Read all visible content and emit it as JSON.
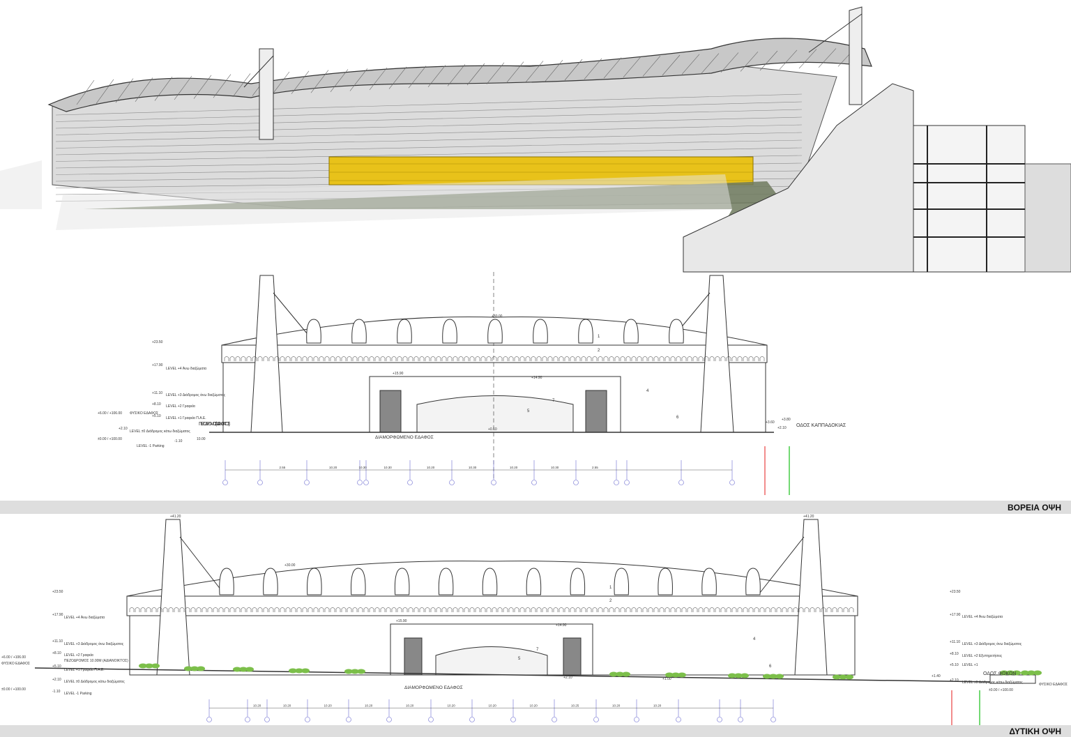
{
  "render": {
    "highlight_color": "#e8c21a",
    "field_color": "#6f7a5e"
  },
  "north_elevation": {
    "title": "ΒΟΡΕΙΑ ΟΨΗ",
    "street_left": "ΠΕΖΟΔΡΟΜΟΣ (ΑΔΙΑΝΟΙΚΤΟΣ)",
    "street_right": "ΟΔΟΣ ΚΑΠΠΑΔΟΚΙΑΣ",
    "ground": "ΔΙΑΜΟΡΦΩΜΕΝΟ ΕΔΑΦΟΣ",
    "natural_ground": "ΦΥΣΙΚΟ ΕΔΑΦΟΣ",
    "levels": [
      {
        "elev": "+23.50",
        "label": ""
      },
      {
        "elev": "+17.90",
        "label": "LEVEL +4 Άνω διαζώματα"
      },
      {
        "elev": "+11.10",
        "label": "LEVEL +3 Διάδρομος άνω διαζώματος"
      },
      {
        "elev": "+8.10",
        "label": "LEVEL +2 Γραφεία"
      },
      {
        "elev": "+5.10",
        "label": "LEVEL +1 Γραφεία Π.Α.Ε."
      },
      {
        "elev": "+2.10",
        "label": "LEVEL ±0 Διάδρομος κάτω διαζώματος"
      },
      {
        "elev": "-1.10",
        "label": "LEVEL -1 Parking"
      }
    ],
    "datums": [
      "+6.00 / +106.00",
      "±0.00 / +100.00"
    ],
    "marks": {
      "roof": "+30.00",
      "block_left": "+15.90",
      "block_right": "+14.90",
      "right_a": "+3.60",
      "right_b": "+3.80",
      "right_c": "+2.10",
      "center": "+0.10",
      "walk": "10.00"
    },
    "callouts": [
      "1",
      "2",
      "4",
      "5",
      "6",
      "7"
    ],
    "grid_dims": [
      "2.55",
      "10.20",
      "10.30",
      "10.30",
      "10.20",
      "10.30",
      "10.20",
      "10.30",
      "2.55"
    ]
  },
  "west_elevation": {
    "title": "ΔΥΤΙΚΗ ΟΨΗ",
    "street_left": "ΠΕΖΟΔΡΟΜΟΣ 10.00Μ (ΑΔΙΑΝΟΙΚΤΟΣ)",
    "street_right": "ΟΔΟΣ ΦΩΚΩΝ",
    "ground": "ΔΙΑΜΟΡΦΩΜΕΝΟ ΕΔΑΦΟΣ",
    "natural_ground": "ΦΥΣΙΚΟ ΕΔΑΦΟΣ",
    "levels_left": [
      {
        "elev": "+23.50",
        "label": ""
      },
      {
        "elev": "+17.90",
        "label": "LEVEL +4 Άνω διαζώματα"
      },
      {
        "elev": "+11.10",
        "label": "LEVEL +3 Διάδρομος άνω διαζώματος"
      },
      {
        "elev": "+8.10",
        "label": "LEVEL +2 Γραφεία"
      },
      {
        "elev": "+5.10",
        "label": "LEVEL +1 Γραφεία Π.Α.Ε."
      },
      {
        "elev": "+2.10",
        "label": "LEVEL ±0 Διάδρομος κάτω διαζώματος"
      },
      {
        "elev": "-1.10",
        "label": "LEVEL -1 Parking"
      }
    ],
    "levels_right": [
      {
        "elev": "+23.50",
        "label": ""
      },
      {
        "elev": "+17.90",
        "label": "LEVEL +4 Άνω διαζώματα"
      },
      {
        "elev": "+11.10",
        "label": "LEVEL +3 Διάδρομος άνω διαζώματος"
      },
      {
        "elev": "+8.10",
        "label": "LEVEL +2 Εξυπηρετήσεις"
      },
      {
        "elev": "+5.10",
        "label": "LEVEL +1"
      },
      {
        "elev": "+2.10",
        "label": "LEVEL ±0 Διάδρομος κάτω διαζώματος"
      }
    ],
    "datums": [
      "+6.00 / +106.00",
      "±0.00 / +100.00"
    ],
    "marks": {
      "pylon_left": "+41.20",
      "pylon_right": "+41.20",
      "roof": "+30.00",
      "block_left": "+15.90",
      "block_right": "+14.90",
      "right_datum": "±0.00 / +100.00",
      "r1": "+1.40",
      "r2": "+1.00",
      "c1": "+2.10"
    },
    "callouts": [
      "1",
      "2",
      "4",
      "5",
      "6",
      "7"
    ],
    "grid_dims": [
      "10.20",
      "10.20",
      "10.20",
      "10.20",
      "10.20",
      "10.20",
      "10.20",
      "10.20",
      "10.25",
      "10.20",
      "10.20"
    ]
  }
}
